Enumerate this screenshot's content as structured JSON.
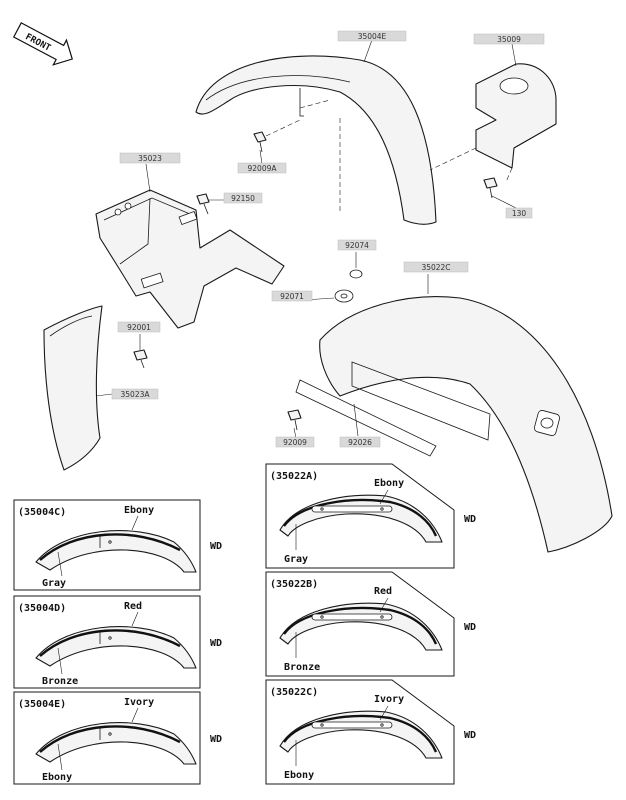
{
  "compass": {
    "label": "FRONT"
  },
  "parts": [
    {
      "id": "p-35004e",
      "label": "35004E"
    },
    {
      "id": "p-35009",
      "label": "35009"
    },
    {
      "id": "p-92009a",
      "label": "92009A"
    },
    {
      "id": "p-35023",
      "label": "35023"
    },
    {
      "id": "p-92150",
      "label": "92150"
    },
    {
      "id": "p-130",
      "label": "130"
    },
    {
      "id": "p-92074",
      "label": "92074"
    },
    {
      "id": "p-35022c",
      "label": "35022C"
    },
    {
      "id": "p-92071",
      "label": "92071"
    },
    {
      "id": "p-92001",
      "label": "92001"
    },
    {
      "id": "p-35023a",
      "label": "35023A"
    },
    {
      "id": "p-92009",
      "label": "92009"
    },
    {
      "id": "p-92026",
      "label": "92026"
    }
  ],
  "front_variants": [
    {
      "code": "(35004C)",
      "color_top": "Ebony",
      "color_bottom": "Gray",
      "market": "WD"
    },
    {
      "code": "(35004D)",
      "color_top": "Red",
      "color_bottom": "Bronze",
      "market": "WD"
    },
    {
      "code": "(35004E)",
      "color_top": "Ivory",
      "color_bottom": "Ebony",
      "market": "WD"
    }
  ],
  "rear_variants": [
    {
      "code": "(35022A)",
      "color_top": "Ebony",
      "color_bottom": "Gray",
      "market": "WD"
    },
    {
      "code": "(35022B)",
      "color_top": "Red",
      "color_bottom": "Bronze",
      "market": "WD"
    },
    {
      "code": "(35022C)",
      "color_top": "Ivory",
      "color_bottom": "Ebony",
      "market": "WD"
    }
  ]
}
